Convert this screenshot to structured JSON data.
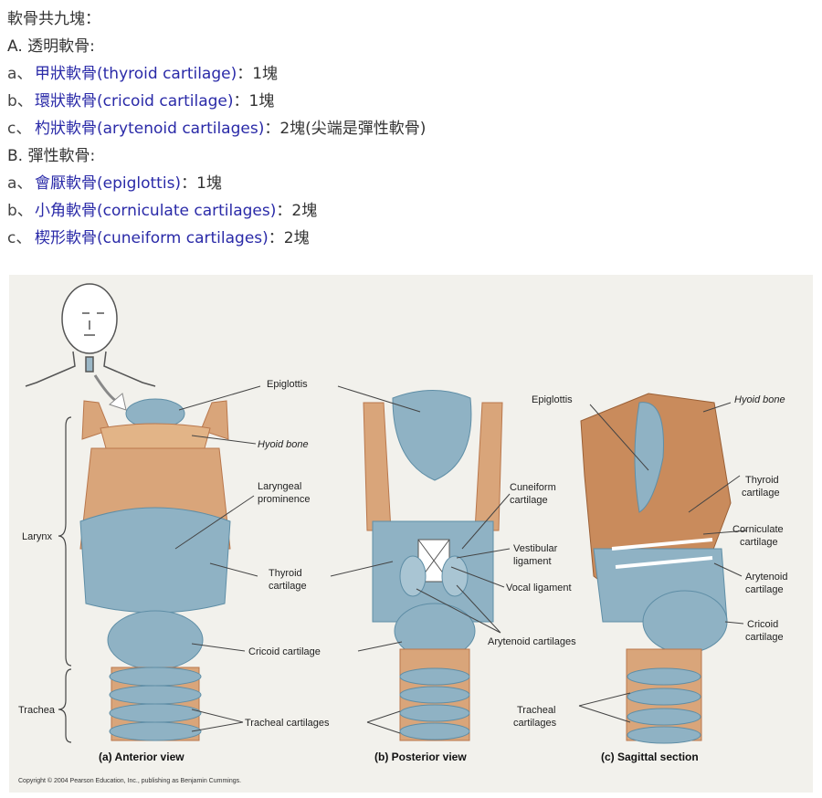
{
  "intro": {
    "title": "軟骨共九塊：",
    "groupA": "A. 透明軟骨:",
    "groupB": "B. 彈性軟骨:"
  },
  "itemsA": [
    {
      "prefix": "a、",
      "term": "甲狀軟骨(thyroid cartilage)",
      "count": "：1塊"
    },
    {
      "prefix": "b、",
      "term": "環狀軟骨(cricoid cartilage)",
      "count": "：1塊"
    },
    {
      "prefix": "c、",
      "term": "杓狀軟骨(arytenoid cartilages)",
      "count": "：2塊(尖端是彈性軟骨)"
    }
  ],
  "itemsB": [
    {
      "prefix": "a、",
      "term": "會厭軟骨(epiglottis)",
      "count": "：1塊"
    },
    {
      "prefix": "b、",
      "term": "小角軟骨(corniculate cartilages)",
      "count": "：2塊"
    },
    {
      "prefix": "c、",
      "term": "楔形軟骨(cuneiform cartilages)",
      "count": "：2塊"
    }
  ],
  "figure": {
    "colors": {
      "background": "#f2f1ec",
      "cartilage": "#8fb2c4",
      "cartilage_dark": "#5f8ea6",
      "muscle": "#d9a57a",
      "muscle_dark": "#b9774c",
      "ligament": "#ffffff"
    },
    "labels": {
      "epiglottis": "Epiglottis",
      "hyoid": "Hyoid bone",
      "laryngeal1": "Laryngeal",
      "laryngeal2": "prominence",
      "larynx": "Larynx",
      "thyroid1": "Thyroid",
      "thyroid2": "cartilage",
      "cricoid": "Cricoid cartilage",
      "trachea": "Trachea",
      "tracheal_cartilages": "Tracheal cartilages",
      "cuneiform1": "Cuneiform",
      "cuneiform2": "cartilage",
      "vestibular1": "Vestibular",
      "vestibular2": "ligament",
      "vocal": "Vocal ligament",
      "arytenoid": "Arytenoid cartilages",
      "c_epiglottis": "Epiglottis",
      "c_hyoid": "Hyoid bone",
      "c_thyroid1": "Thyroid",
      "c_thyroid2": "cartilage",
      "c_corniculate1": "Corniculate",
      "c_corniculate2": "cartilage",
      "c_arytenoid1": "Arytenoid",
      "c_arytenoid2": "cartilage",
      "c_cricoid1": "Cricoid",
      "c_cricoid2": "cartilage",
      "c_tracheal1": "Tracheal",
      "c_tracheal2": "cartilages"
    },
    "captions": {
      "a": "(a) Anterior view",
      "b": "(b) Posterior view",
      "c": "(c) Sagittal section"
    },
    "copyright": "Copyright © 2004 Pearson Education, Inc., publishing as Benjamin Cummings."
  }
}
